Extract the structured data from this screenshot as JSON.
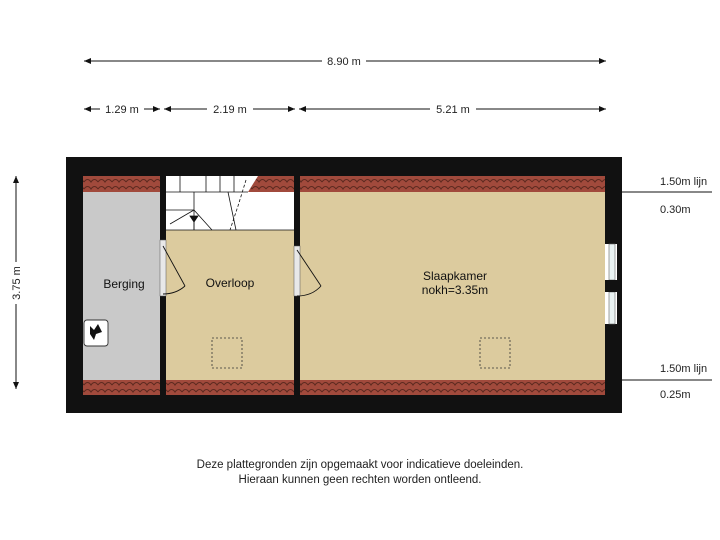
{
  "dimensions": {
    "total_width": "8.90 m",
    "segment_1": "1.29 m",
    "segment_2": "2.19 m",
    "segment_3": "5.21 m",
    "depth": "3.75 m"
  },
  "rooms": {
    "berging": "Berging",
    "overloop": "Overloop",
    "slaapkamer_name": "Slaapkamer",
    "slaapkamer_ridge": "nokh=3.35m"
  },
  "line_annotations": {
    "top_line": "1.50m lijn",
    "top_offset": "0.30m",
    "bottom_line": "1.50m lijn",
    "bottom_offset": "0.25m"
  },
  "disclaimer": {
    "line_1": "Deze plattegronden zijn opgemaakt voor indicatieve doeleinden.",
    "line_2": "Hieraan kunnen geen rechten worden ontleend."
  },
  "colors": {
    "wall": "#111111",
    "floor_warm": "#dccb9e",
    "floor_grey": "#c9c9c9",
    "roof_tile": "#a0473a"
  }
}
